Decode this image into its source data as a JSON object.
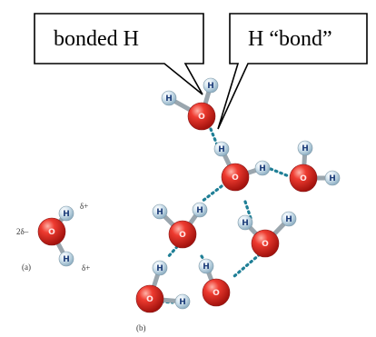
{
  "callouts": {
    "bonded_h": "bonded H",
    "h_bond": "H “bond”"
  },
  "atoms": {
    "oxygen": "O",
    "hydrogen": "H"
  },
  "charges": {
    "delta_plus": "δ+",
    "two_delta_minus": "2δ–"
  },
  "panels": {
    "a": "(a)",
    "b": "(b)"
  },
  "colors": {
    "oxygen": "#d8261f",
    "hydrogen": "#c3d8e6",
    "hbond": "#1f7f96"
  }
}
